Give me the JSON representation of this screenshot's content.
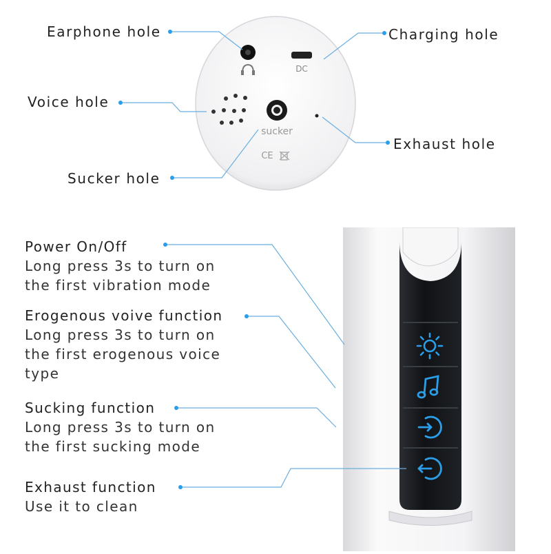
{
  "callouts": {
    "earphone": "Earphone hole",
    "charging": "Charging hole",
    "voice": "Voice hole",
    "exhaust_hole": "Exhaust hole",
    "sucker_hole": "Sucker hole"
  },
  "device_labels": {
    "dc": "DC",
    "sucker": "sucker",
    "ce": "CE"
  },
  "functions": [
    {
      "title": "Power On/Off",
      "desc": [
        "Long press 3s to turn on",
        "the first vibration mode"
      ]
    },
    {
      "title": "Erogenous voive function",
      "desc": [
        "Long press 3s to turn on",
        "the first erogenous voice",
        "type"
      ]
    },
    {
      "title": "Sucking function",
      "desc": [
        "Long press 3s to turn on",
        "the first sucking mode"
      ]
    },
    {
      "title": "Exhaust function",
      "desc": [
        "Use it to clean"
      ]
    }
  ],
  "buttons": [
    {
      "icon": "sun-icon"
    },
    {
      "icon": "music-note-icon"
    },
    {
      "icon": "power-in-icon"
    },
    {
      "icon": "power-out-icon"
    }
  ],
  "colors": {
    "accent": "#2a9ee8",
    "leader": "#6aaee0",
    "panel": "#111418",
    "body": "#f2f2f3"
  }
}
